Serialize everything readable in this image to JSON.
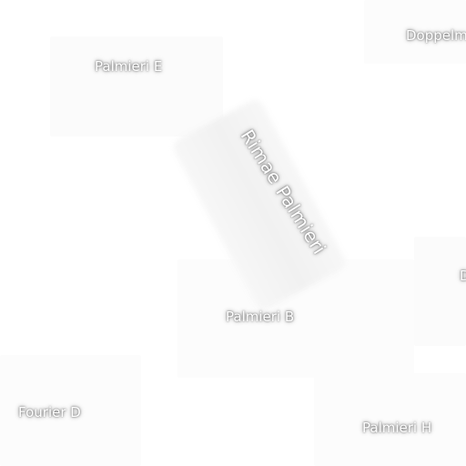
{
  "map": {
    "labels": {
      "palmieri_e": "Palmieri E",
      "doppelmayer": "Doppelm",
      "rimae_palmieri": "Rimae Palmieri",
      "palmieri_b": "Palmieri B",
      "fourier_d": "Fourier D",
      "palmieri_h": "Palmieri H",
      "edge_d": "D"
    },
    "colors": {
      "background": "#ffffff",
      "label_text": "#ffffff",
      "halo": "#000000"
    }
  }
}
